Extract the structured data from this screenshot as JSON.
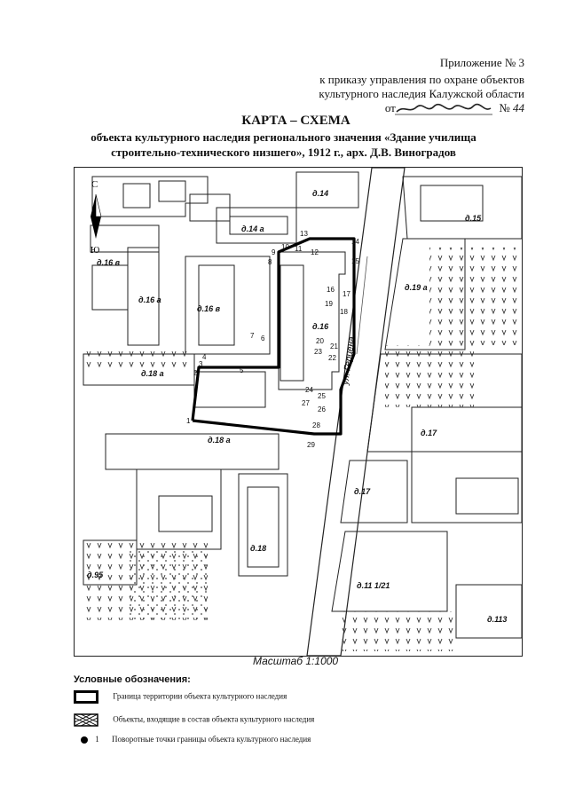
{
  "header": {
    "line1": "Приложение № 3",
    "line2": "к приказу управления по охране объектов",
    "line3": "культурного наследия Калужской области",
    "date_prefix": "от",
    "number_label": "№",
    "number_value": "44"
  },
  "title": {
    "main": "КАРТА – СХЕМА",
    "line2": "объекта культурного наследия регионального значения «Здание  училища",
    "line3": "строительно-технического  низшего»,  1912 г.,  арх. Д.В. Виноградов"
  },
  "compass": {
    "north": "С",
    "south": "Ю"
  },
  "street": "ул. Герцена",
  "buildings": [
    {
      "label": "д.14"
    },
    {
      "label": "д.14 а"
    },
    {
      "label": "д.15"
    },
    {
      "label": "д.16 в"
    },
    {
      "label": "д.16 а"
    },
    {
      "label": "д.16 в"
    },
    {
      "label": "д.16"
    },
    {
      "label": "д.18 а"
    },
    {
      "label": "д.18 а"
    },
    {
      "label": "д.19 а"
    },
    {
      "label": "д.17"
    },
    {
      "label": "д.17"
    },
    {
      "label": "д.18"
    },
    {
      "label": "д.95"
    },
    {
      "label": "д.11 1/21"
    },
    {
      "label": "д.113"
    }
  ],
  "points": [
    "1",
    "2",
    "3",
    "4",
    "5",
    "6",
    "7",
    "8",
    "9",
    "10",
    "11",
    "12",
    "13",
    "14",
    "15",
    "16",
    "17",
    "18",
    "19",
    "20",
    "21",
    "22",
    "23",
    "24",
    "25",
    "26",
    "27",
    "28",
    "29"
  ],
  "scale": "Масштаб 1:1000",
  "legend": {
    "title": "Условные обозначения:",
    "items": [
      {
        "label": "Граница территории объекта культурного наследия"
      },
      {
        "label": "Объекты, входящие в состав объекта культурного наследия"
      },
      {
        "marker": "1",
        "label": "Поворотные точки границы объекта культурного наследия"
      }
    ]
  }
}
